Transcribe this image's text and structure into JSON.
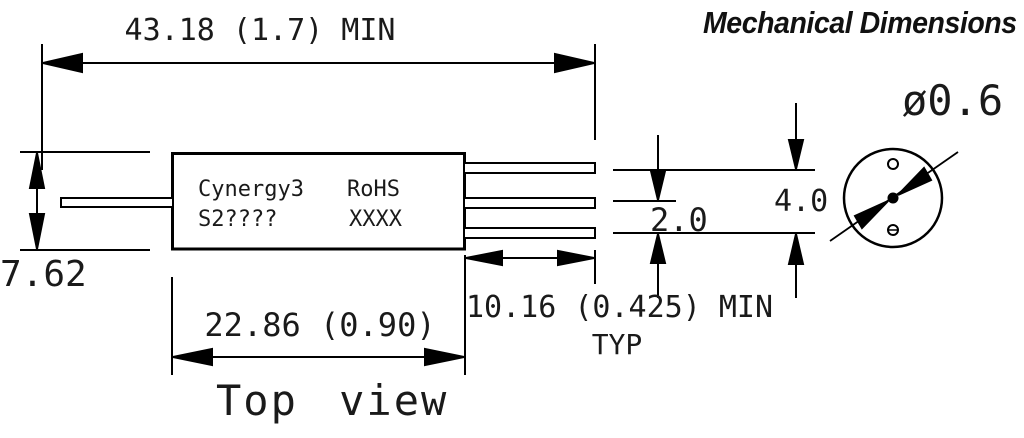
{
  "title": "Mechanical Dimensions",
  "top_view": {
    "caption": "Top view",
    "body_marking": {
      "brand": "Cynergy3",
      "part_number": "S2????",
      "rohs": "RoHS",
      "date_code": "XXXX"
    }
  },
  "dimensions": {
    "overall_length": "43.18 (1.7) MIN",
    "body_height": "7.62",
    "body_length": "22.86 (0.90)",
    "lead_length": "10.16 (0.425) MIN",
    "lead_length_qualifier": "TYP",
    "lead_pitch": "2.0",
    "lead_span": "4.0",
    "pin_diameter": "ø0.6"
  },
  "colors": {
    "line": "#000000",
    "background": "#ffffff",
    "text": "#1a1a1a"
  }
}
